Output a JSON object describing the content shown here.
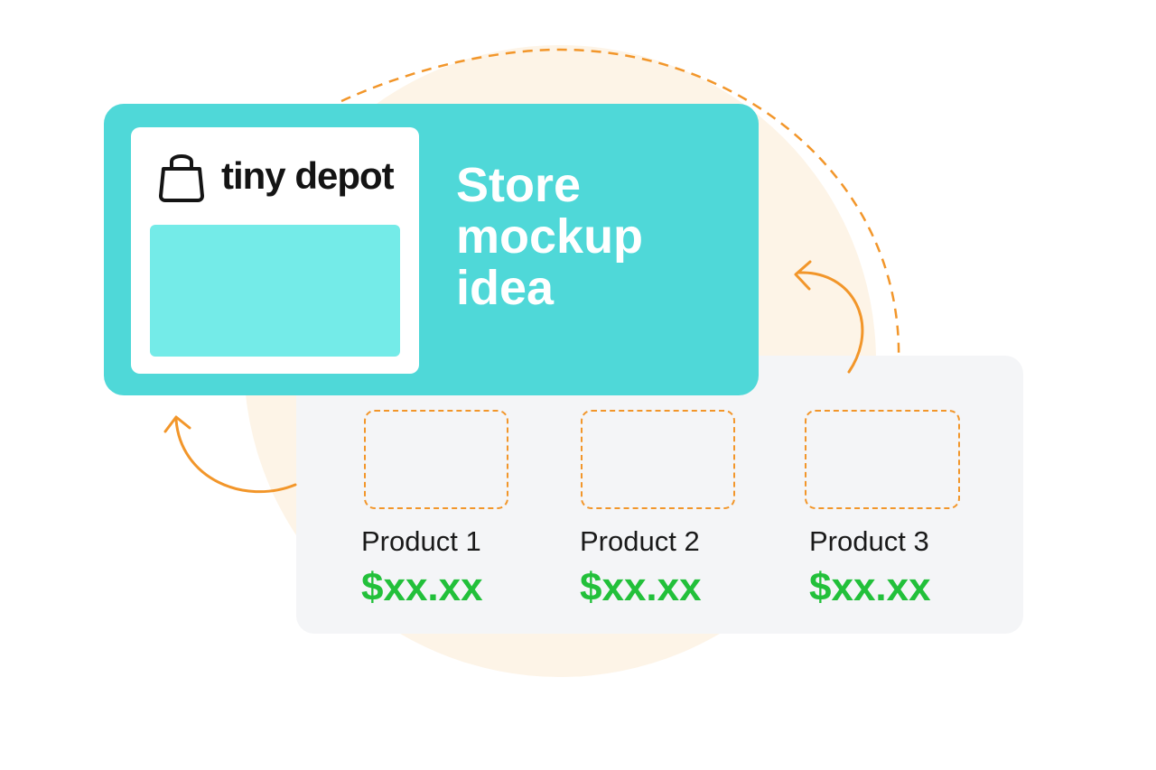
{
  "store_card": {
    "brand_name": "tiny depot",
    "title": "Store mockup idea"
  },
  "products": [
    {
      "name": "Product 1",
      "price": "$xx.xx"
    },
    {
      "name": "Product 2",
      "price": "$xx.xx"
    },
    {
      "name": "Product 3",
      "price": "$xx.xx"
    }
  ],
  "colors": {
    "accent": "#4fd8d8",
    "placeholder": "#74ebe8",
    "price": "#22c03a",
    "dashed_line": "#f2962a",
    "panel": "#f4f5f7",
    "background_circle": "#fdf4e7"
  },
  "icons": {
    "brand": "shopping-bag-icon",
    "flow_arrows": "curved-arrow-icon"
  }
}
